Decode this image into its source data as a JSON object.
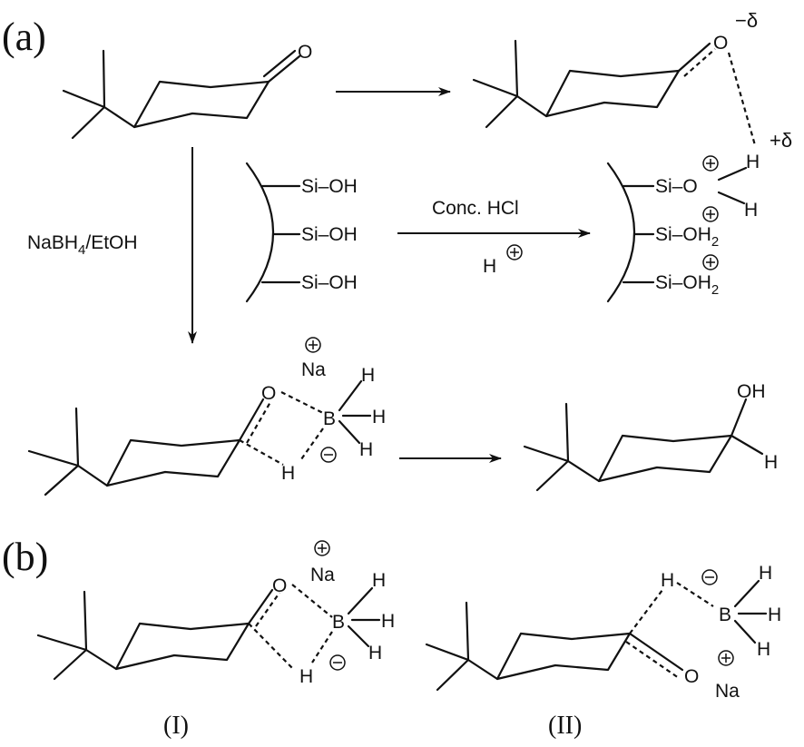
{
  "panels": {
    "a": "(a)",
    "b": "(b)"
  },
  "atoms": {
    "O": "O",
    "H": "H",
    "B": "B",
    "Na": "Na",
    "OH": "OH",
    "OH2": "OH",
    "sub2": "2",
    "SiOH": "Si–OH",
    "SiO": "Si–O"
  },
  "charges": {
    "delta_minus": "−δ",
    "delta_plus": "+δ",
    "plus": "+",
    "minus": "−"
  },
  "reagents": {
    "reduction": "NaBH",
    "reduction_sub": "4",
    "reduction_tail": "/EtOH",
    "acid": "Conc. HCl",
    "proton": "H"
  },
  "captions": {
    "I": "(I)",
    "II": "(II)"
  }
}
